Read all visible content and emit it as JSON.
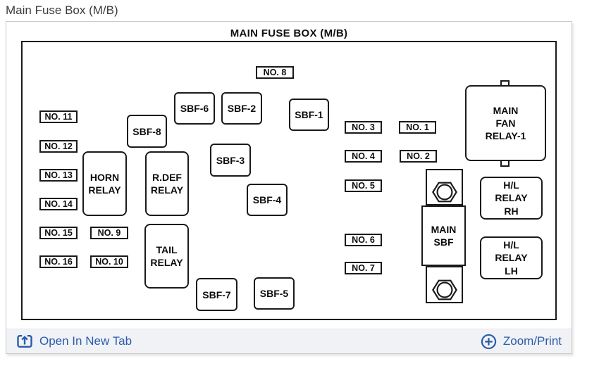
{
  "page_title": "Main Fuse Box (M/B)",
  "diagram": {
    "title": "MAIN FUSE BOX (M/B)",
    "no_labels": {
      "no1": "NO. 1",
      "no2": "NO. 2",
      "no3": "NO. 3",
      "no4": "NO. 4",
      "no5": "NO. 5",
      "no6": "NO. 6",
      "no7": "NO. 7",
      "no8": "NO. 8",
      "no9": "NO. 9",
      "no10": "NO. 10",
      "no11": "NO. 11",
      "no12": "NO. 12",
      "no13": "NO. 13",
      "no14": "NO. 14",
      "no15": "NO. 15",
      "no16": "NO. 16"
    },
    "sbf": {
      "sbf1": "SBF-1",
      "sbf2": "SBF-2",
      "sbf3": "SBF-3",
      "sbf4": "SBF-4",
      "sbf5": "SBF-5",
      "sbf6": "SBF-6",
      "sbf7": "SBF-7",
      "sbf8": "SBF-8"
    },
    "relays": {
      "horn": "HORN\nRELAY",
      "rdef": "R.DEF\nRELAY",
      "tail": "TAIL\nRELAY",
      "main_fan": "MAIN\nFAN\nRELAY-1",
      "hl_rh": "H/L\nRELAY\nRH",
      "hl_lh": "H/L\nRELAY\nLH",
      "main_sbf": "MAIN\nSBF"
    }
  },
  "footer": {
    "open_in_new_tab": "Open In New Tab",
    "zoom_print": "Zoom/Print"
  },
  "colors": {
    "link_blue": "#2a5caa",
    "diagram_line": "#1a1a1a",
    "footer_bg": "#f0f2f6"
  },
  "icons": {
    "open_in_new_tab": "open-in-new-tab-icon",
    "zoom": "zoom-plus-icon",
    "bolt": "bolt-icon"
  }
}
